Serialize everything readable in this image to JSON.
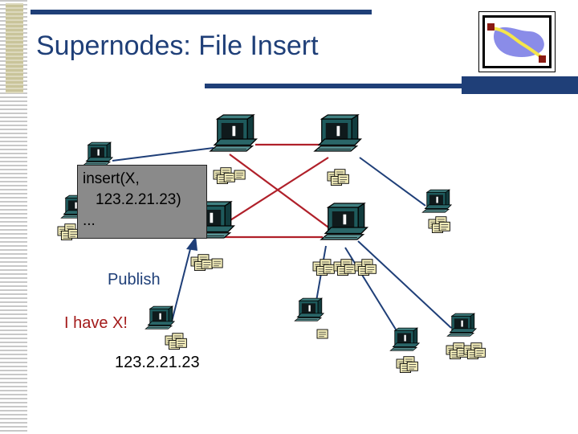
{
  "slide": {
    "title": "Supernodes: File Insert"
  },
  "callout": {
    "line1": "insert(X,",
    "line2": "123.2.21.23)",
    "line3": "..."
  },
  "labels": {
    "publish": "Publish",
    "i_have": "I have X!",
    "ip": "123.2.21.23"
  },
  "colors": {
    "title": "#1f3f78",
    "supernode_link": "#b0202a",
    "peer_link": "#1f3f78",
    "publish_arrow": "#1f3f78",
    "callout_fill": "#8a8a8a"
  },
  "icons": {
    "supernode": "supernode-computer-icon",
    "peer": "peer-computer-icon",
    "files": "file-stack-icon",
    "logo": "network-map-logo-icon"
  }
}
